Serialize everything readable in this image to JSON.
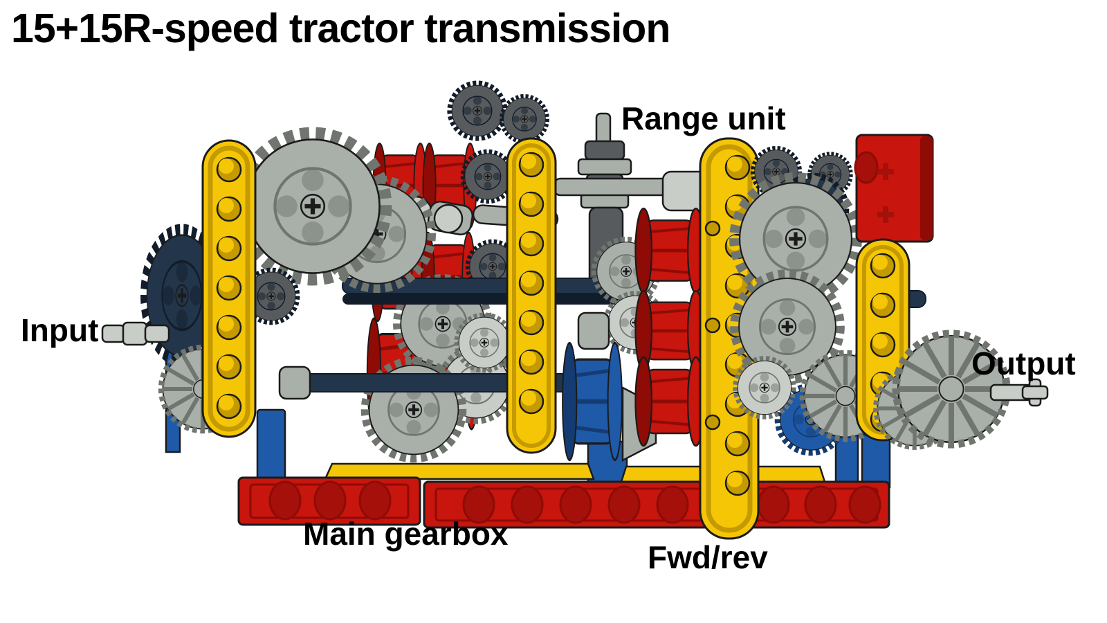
{
  "title": "15+15R-speed tractor transmission",
  "labels": {
    "range_unit": "Range unit",
    "input": "Input",
    "output": "Output",
    "main_gearbox": "Main gearbox",
    "fwd_rev": "Fwd/rev"
  },
  "colors": {
    "background": "#FFFFFF",
    "text": "#000000",
    "yellow": "#F5C606",
    "yellow_dark": "#C49A00",
    "yellow_light": "#FFDE54",
    "red": "#C8150D",
    "red_dark": "#8E0B06",
    "red_deep": "#A5100A",
    "blue": "#1E5AA8",
    "blue_dark": "#143C73",
    "navy": "#22354A",
    "navy_dark": "#121D2B",
    "gray": "#A9AFA9",
    "gray_light": "#C8CDC8",
    "gray_dark": "#70766F",
    "dark_gray": "#575B5E",
    "outline": "#1B1B1B"
  }
}
